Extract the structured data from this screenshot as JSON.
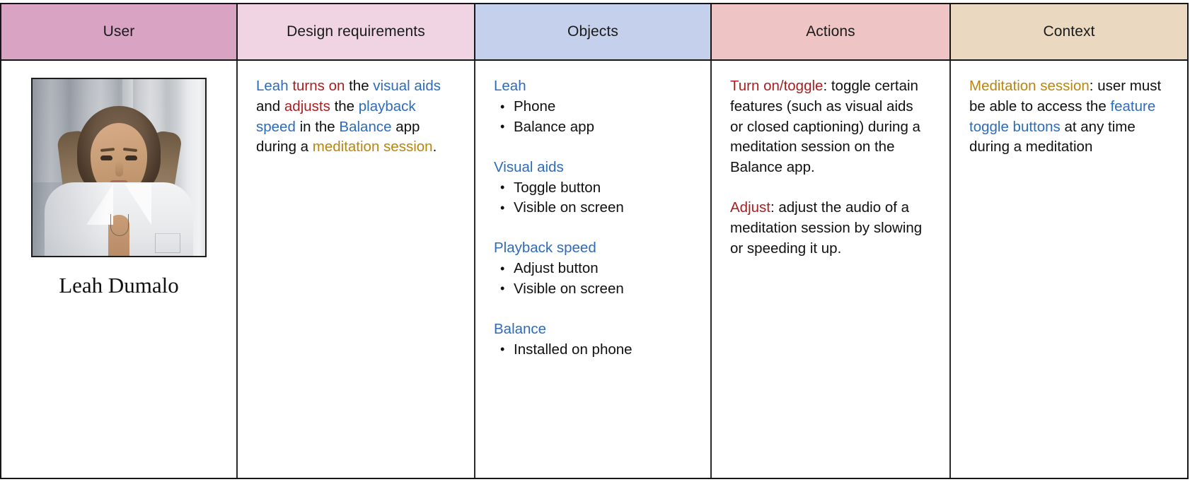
{
  "table": {
    "headers": [
      {
        "label": "User",
        "bg": "#d9a3c4"
      },
      {
        "label": "Design requirements",
        "bg": "#f0d4e3"
      },
      {
        "label": "Objects",
        "bg": "#c5d1ec"
      },
      {
        "label": "Actions",
        "bg": "#eec4c4"
      },
      {
        "label": "Context",
        "bg": "#ead9c0"
      }
    ]
  },
  "colors": {
    "blue": "#2e6bb8",
    "red": "#a81f22",
    "gold": "#b8860f",
    "border": "#161616"
  },
  "user": {
    "name": "Leah Dumalo",
    "photo_alt": "Portrait of a woman with shoulder-length wavy hair wearing an open white shirt, standing against a white corrugated metal wall"
  },
  "design_requirements": {
    "sentence_parts": [
      {
        "text": "Leah ",
        "color": "blue"
      },
      {
        "text": "turns on ",
        "color": "red"
      },
      {
        "text": "the ",
        "color": "black"
      },
      {
        "text": "visual aids ",
        "color": "blue"
      },
      {
        "text": "and ",
        "color": "black"
      },
      {
        "text": "adjusts ",
        "color": "red"
      },
      {
        "text": "the ",
        "color": "black"
      },
      {
        "text": "playback speed ",
        "color": "blue"
      },
      {
        "text": "in the ",
        "color": "black"
      },
      {
        "text": "Balance ",
        "color": "blue"
      },
      {
        "text": "app during a ",
        "color": "black"
      },
      {
        "text": "meditation session",
        "color": "gold"
      },
      {
        "text": ".",
        "color": "black"
      }
    ]
  },
  "objects": {
    "groups": [
      {
        "title": "Leah",
        "items": [
          "Phone",
          "Balance app"
        ]
      },
      {
        "title": "Visual aids",
        "items": [
          "Toggle button",
          "Visible on screen"
        ]
      },
      {
        "title": "Playback speed",
        "items": [
          "Adjust button",
          "Visible on screen"
        ]
      },
      {
        "title": "Balance",
        "items": [
          "Installed on phone"
        ]
      }
    ]
  },
  "actions": {
    "blocks": [
      {
        "term": "Turn on/toggle",
        "term_color": "red",
        "body": ": toggle certain features (such as visual aids or closed captioning) during a meditation session on the Balance app."
      },
      {
        "term": "Adjust",
        "term_color": "red",
        "body": ": adjust the audio of a meditation session by slowing or speeding it up."
      }
    ]
  },
  "context": {
    "parts": [
      {
        "text": "Meditation session",
        "color": "gold"
      },
      {
        "text": ": user must be able to access the ",
        "color": "black"
      },
      {
        "text": "feature toggle buttons",
        "color": "blue"
      },
      {
        "text": " at any time during a meditation",
        "color": "black"
      }
    ]
  }
}
